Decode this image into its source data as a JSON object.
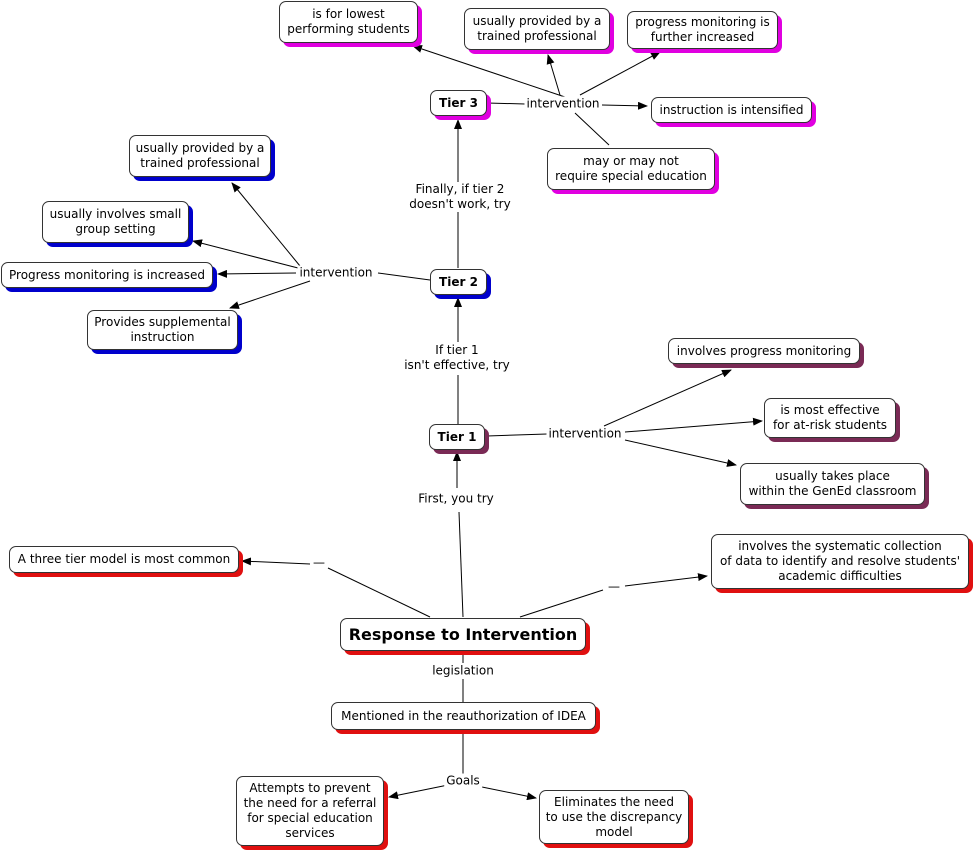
{
  "nodes": {
    "tier3": "Tier 3",
    "t3_lowest": "is for lowest\nperforming students",
    "t3_trained": "usually provided by a\ntrained professional",
    "t3_progress": "progress monitoring is\nfurther increased",
    "t3_intensified": "instruction is intensified",
    "t3_special": "may or may not\nrequire special education",
    "tier2": "Tier 2",
    "t2_trained": "usually provided by a\ntrained professional",
    "t2_small": "usually involves small\ngroup setting",
    "t2_progress": "Progress monitoring is increased",
    "t2_supplemental": "Provides supplemental\ninstruction",
    "tier1": "Tier 1",
    "t1_progress": "involves progress monitoring",
    "t1_atrisk": "is most effective\nfor at-risk students",
    "t1_gened": "usually takes place\nwithin the GenEd classroom",
    "three_tier": "A three tier model is most common",
    "systematic": "involves the systematic collection\nof data to identify and resolve students'\nacademic difficulties",
    "rti": "Response to Intervention",
    "idea": "Mentioned in the reauthorization of IDEA",
    "prevent": "Attempts to prevent\nthe need for a referral\nfor special education\nservices",
    "discrepancy": "Eliminates the need\nto use the discrepancy\nmodel"
  },
  "labels": {
    "t3_intervention": "intervention",
    "finally": "Finally, if tier 2\ndoesn't work, try",
    "t2_intervention": "intervention",
    "if_tier1": "If tier 1\nisn't effective, try",
    "t1_intervention": "intervention",
    "first": "First, you try",
    "dash_left": "—",
    "dash_right": "—",
    "legislation": "legislation",
    "goals": "Goals"
  },
  "colors": {
    "tier3_shadow": "#e000e0",
    "tier2_shadow": "#0000cc",
    "tier1_shadow": "#7a2a55",
    "root_shadow": "#e01010"
  }
}
